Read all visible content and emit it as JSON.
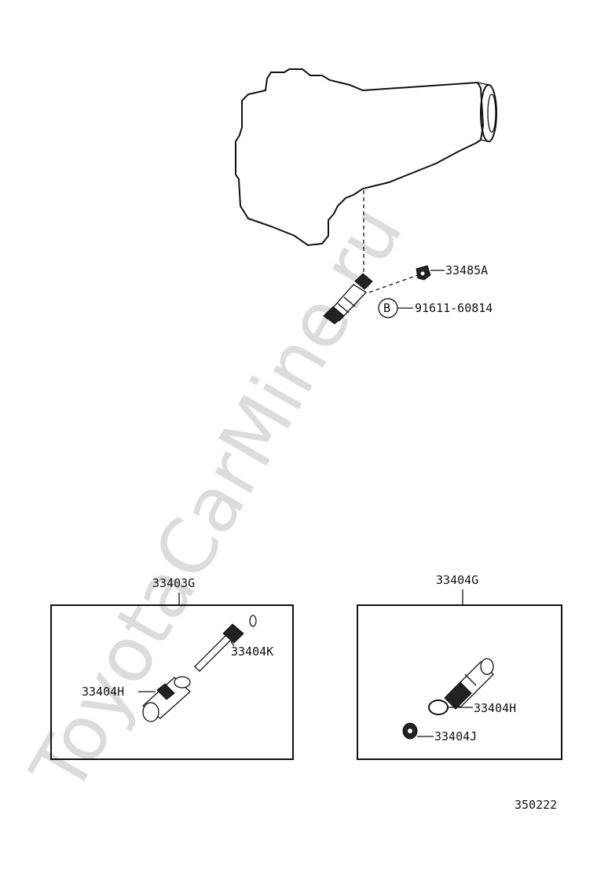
{
  "watermark": "ToyotaCarMine.ru",
  "callouts": {
    "top_cap": "33485A",
    "top_bolt": "91611-60814",
    "top_bolt_symbol": "B",
    "kit_left": "33403G",
    "left_shaft": "33404K",
    "left_sleeve": "33404H",
    "kit_right": "33404G",
    "right_oring": "33404H",
    "right_cap": "33404J"
  },
  "footer": {
    "diagram_code": "350222"
  }
}
